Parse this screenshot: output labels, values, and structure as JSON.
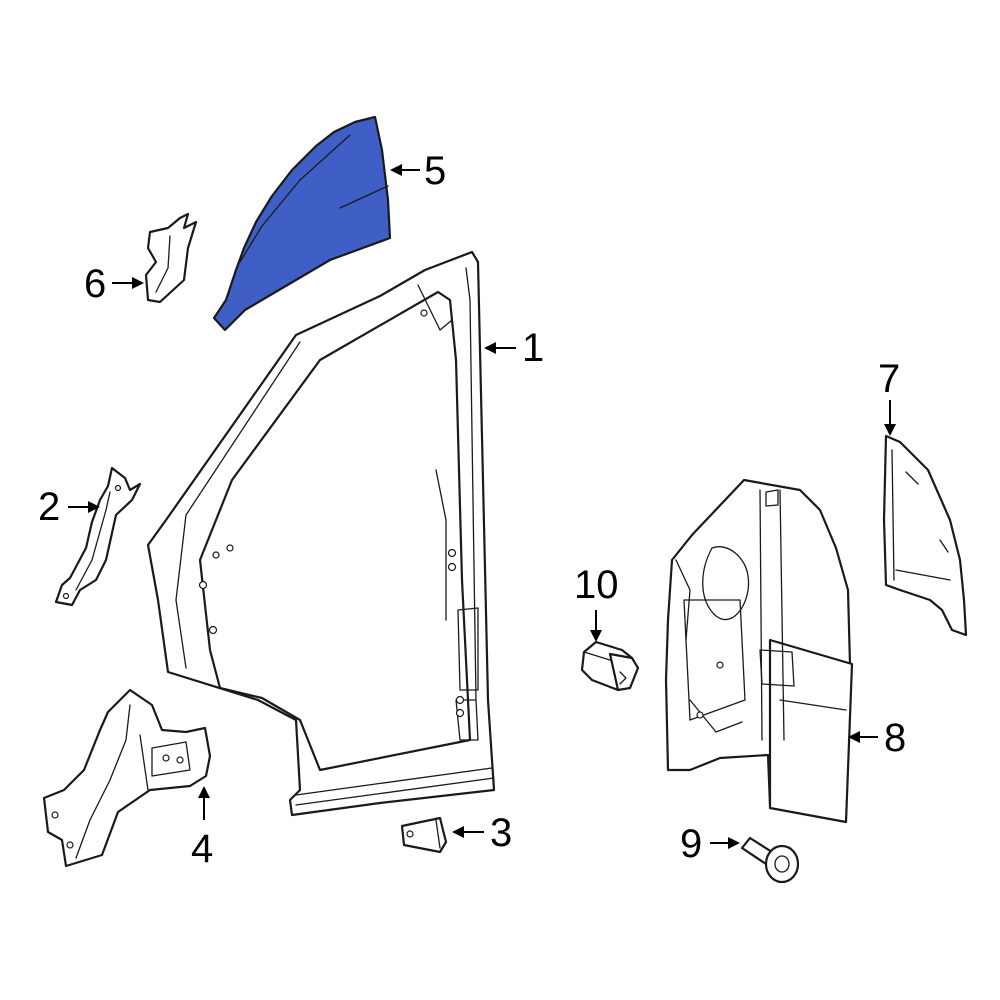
{
  "diagram": {
    "highlight_color": "#3f5fc6",
    "outline_color": "#1a1a1a",
    "highlighted_part": "5",
    "callouts": [
      {
        "number": "1"
      },
      {
        "number": "2"
      },
      {
        "number": "3"
      },
      {
        "number": "4"
      },
      {
        "number": "5"
      },
      {
        "number": "6"
      },
      {
        "number": "7"
      },
      {
        "number": "8"
      },
      {
        "number": "9"
      },
      {
        "number": "10"
      }
    ]
  }
}
